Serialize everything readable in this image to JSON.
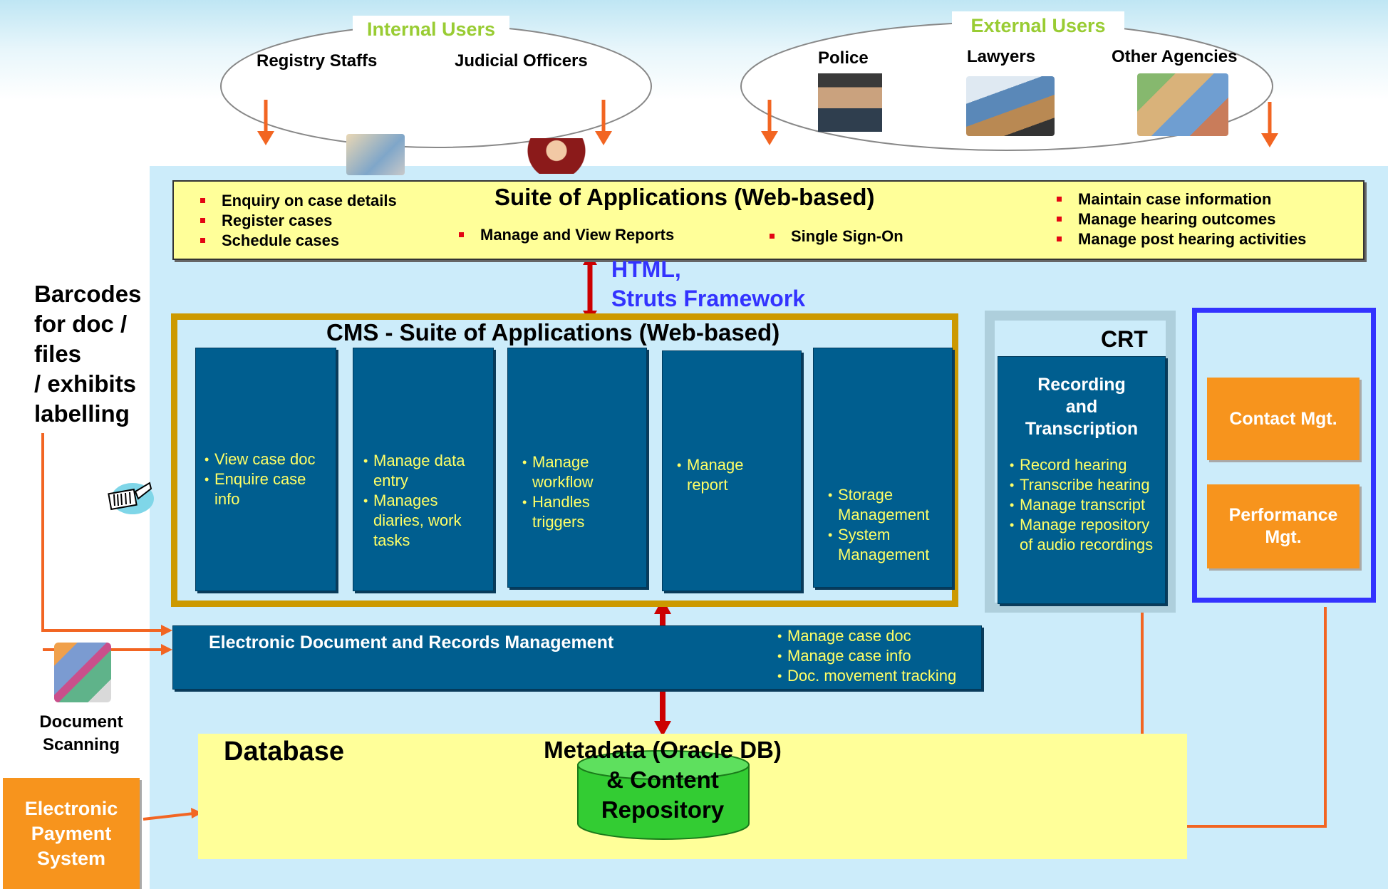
{
  "users": {
    "internal": {
      "title": "Internal Users",
      "roles": [
        "Registry Staffs",
        "Judicial Officers"
      ]
    },
    "external": {
      "title": "External Users",
      "roles": [
        "Police",
        "Lawyers",
        "Other Agencies"
      ]
    }
  },
  "suite": {
    "title": "Suite of Applications (Web-based)",
    "left_items": [
      "Enquiry on case details",
      "Register cases",
      "Schedule cases"
    ],
    "mid_items": [
      "Manage and View Reports",
      "Single Sign-On"
    ],
    "right_items": [
      "Maintain case information",
      "Manage hearing outcomes",
      "Manage post hearing activities"
    ]
  },
  "protocol": {
    "line1": "HTML,",
    "line2": "Struts Framework"
  },
  "barcodes": {
    "lines": [
      "Barcodes",
      "for doc /",
      "files",
      "/ exhibits",
      "labelling"
    ]
  },
  "cms": {
    "title": "CMS - Suite of Applications (Web-based)",
    "modules": [
      {
        "items": [
          "View case doc",
          "Enquire case info"
        ]
      },
      {
        "items": [
          "Manage data entry",
          "Manages diaries, work tasks"
        ]
      },
      {
        "items": [
          "Manage workflow",
          "Handles triggers"
        ]
      },
      {
        "items": [
          "Manage report"
        ]
      },
      {
        "items": [
          "Storage Management",
          "System Management"
        ]
      }
    ]
  },
  "crt": {
    "title": "CRT",
    "box_title": [
      "Recording",
      "and",
      "Transcription"
    ],
    "items": [
      "Record hearing",
      "Transcribe hearing",
      "Manage transcript",
      "Manage repository of audio recordings"
    ]
  },
  "side_boxes": {
    "contact": "Contact Mgt.",
    "performance": [
      "Performance",
      "Mgt."
    ]
  },
  "edrm": {
    "title": "Electronic Document and Records Management",
    "items": [
      "Manage case doc",
      "Manage case info",
      "Doc. movement tracking"
    ]
  },
  "scanning": {
    "lines": [
      "Document",
      "Scanning"
    ]
  },
  "database": {
    "title": "Database",
    "metadata": [
      "Metadata (Oracle DB)",
      "& Content",
      "Repository"
    ]
  },
  "payment": {
    "lines": [
      "Electronic",
      "Payment",
      "System"
    ]
  },
  "colors": {
    "module_blue": "#005e8f",
    "module_text": "#ffff66",
    "suite_yellow": "#ffff99",
    "cms_border": "#cc9900",
    "arrow_orange": "#f26522",
    "arrow_red": "#cc0000",
    "protocol_blue": "#3333ff",
    "db_green": "#33cc33",
    "side_orange": "#f7941d",
    "user_green": "#99cc33"
  },
  "icons": [
    "registry-staff-clipart",
    "judicial-officer-clipart",
    "police-photo",
    "lawyer-clipart",
    "agencies-clipart",
    "barcode-scanner-icon",
    "document-scanning-clipart"
  ]
}
